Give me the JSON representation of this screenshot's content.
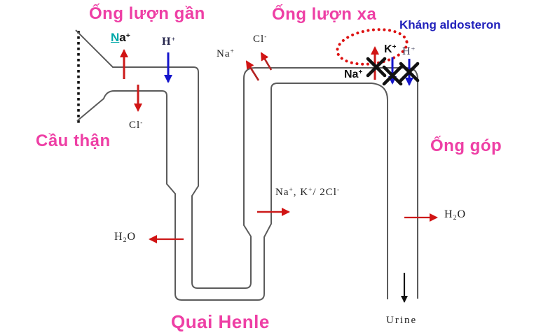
{
  "diagram": {
    "titles": {
      "proximal": "Ống lượn gần",
      "distal": "Ống lượn xa",
      "anti_aldosterone": "Kháng aldosteron",
      "glomerulus": "Cầu thận",
      "collecting_duct": "Ống góp",
      "loop_of_henle": "Quai Henle"
    },
    "ions": {
      "prox_na": {
        "hl": "N",
        "base": "a",
        "sup": "+"
      },
      "prox_h": {
        "base": "H",
        "sup": "+"
      },
      "prox_cl": {
        "base": "Cl",
        "sup": "-"
      },
      "asc_na": {
        "base": "Na",
        "sup": "+"
      },
      "asc_cl": {
        "base": "Cl",
        "sup": "-"
      },
      "nkcc": {
        "p1": "Na",
        "s1": "+",
        "p2": ", K",
        "s2": "+",
        "p3": "/ 2Cl",
        "s3": "-"
      },
      "h2o_left": {
        "p1": "H",
        "sub": "2",
        "p2": "O"
      },
      "h2o_right": {
        "p1": "H",
        "sub": "2",
        "p2": "O"
      },
      "dist_na": {
        "base": "Na",
        "sup": "+"
      },
      "dist_k": {
        "base": "K",
        "sup": "+"
      },
      "dist_h": {
        "base": "H",
        "sup": "+"
      },
      "urine": "Urine"
    },
    "colors": {
      "pink_label": "#ee3fa5",
      "blue_label": "#2121bb",
      "teal_highlight": "#00a9a9",
      "red_arrow": "#cc1a1a",
      "blue_arrow": "#1515cc",
      "tube_outline": "#5b5b5b",
      "block_ellipse": "#dd1111"
    },
    "icons": {
      "blocked_transport": "x-mark-icon",
      "secretion_reabsorption": "arrow-icon",
      "aldosterone_site": "dotted-ellipse-icon"
    }
  }
}
